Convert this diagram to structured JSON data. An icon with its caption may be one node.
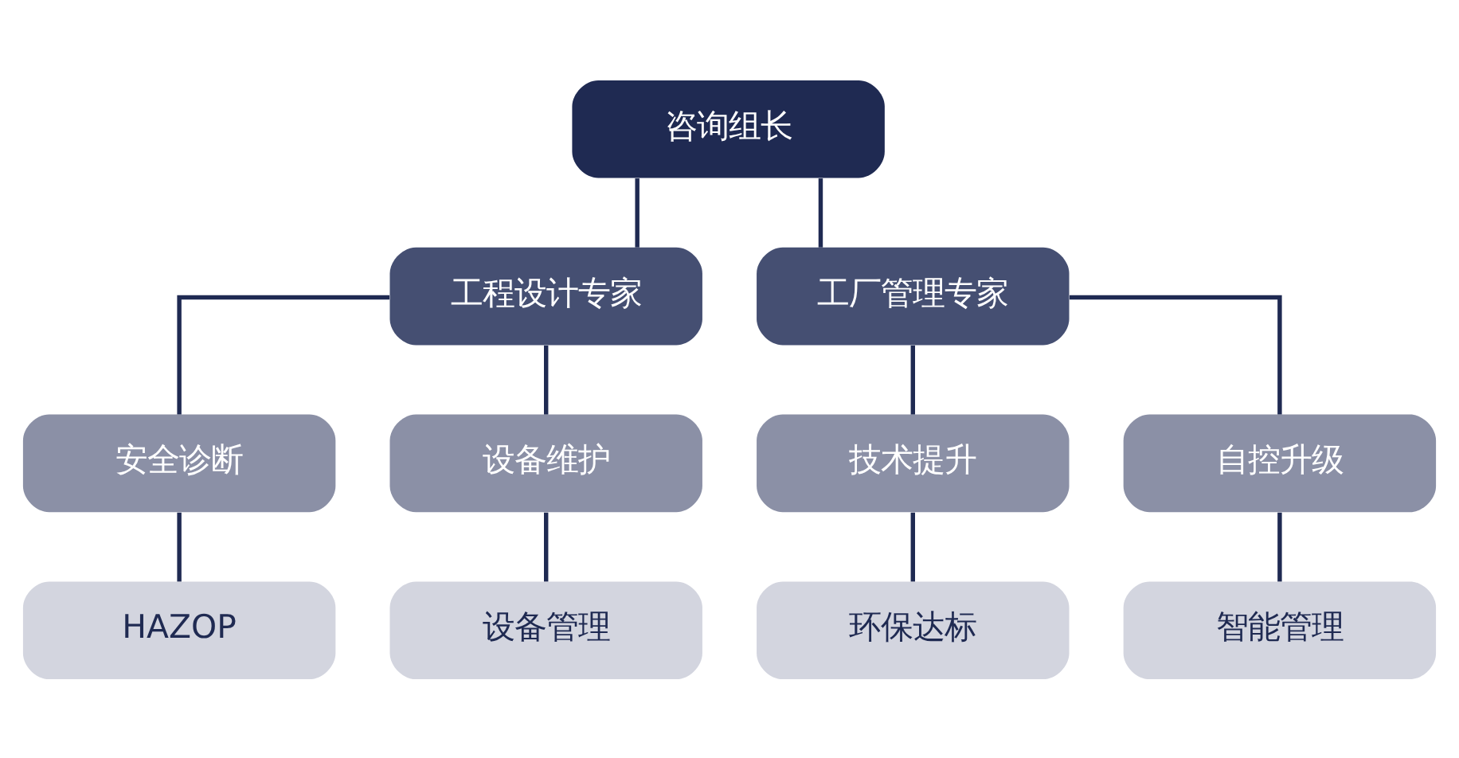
{
  "diagram": {
    "nodes": [
      {
        "text": [
          "咨询组长"
        ]
      },
      {
        "text": [
          "工程设计专家"
        ]
      },
      {
        "text": [
          "工厂管理专家"
        ]
      },
      {
        "text": [
          "安全诊断"
        ]
      },
      {
        "text": [
          "设备维护"
        ]
      },
      {
        "text": [
          "技术提升"
        ]
      },
      {
        "text": [
          "自控升级"
        ]
      },
      {
        "text": [
          "HAZOP"
        ]
      },
      {
        "text": [
          "设备管理"
        ]
      },
      {
        "text": [
          "环保达标"
        ]
      },
      {
        "text": [
          "智能管理"
        ]
      }
    ],
    "edges": [
      {
        "from": 0,
        "to": 1,
        "arrow": "none"
      },
      {
        "from": 0,
        "to": 2,
        "arrow": "none"
      },
      {
        "from": 1,
        "to": 3,
        "arrow": "none"
      },
      {
        "from": 1,
        "to": 4,
        "arrow": "none"
      },
      {
        "from": 2,
        "to": 5,
        "arrow": "none"
      },
      {
        "from": 2,
        "to": 6,
        "arrow": "none"
      },
      {
        "from": 3,
        "to": 7,
        "arrow": "none"
      },
      {
        "from": 4,
        "to": 8,
        "arrow": "none"
      },
      {
        "from": 5,
        "to": 9,
        "arrow": "none"
      },
      {
        "from": 6,
        "to": 10,
        "arrow": "none"
      }
    ]
  }
}
